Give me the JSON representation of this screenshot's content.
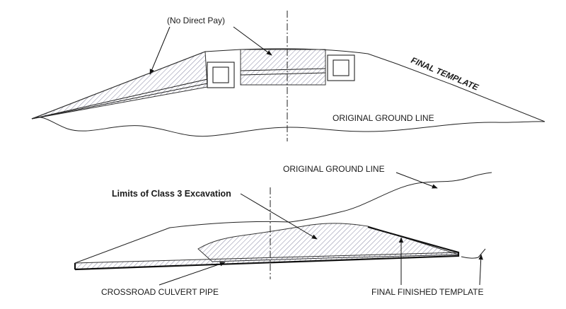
{
  "top_section": {
    "no_direct_pay_label": "(No Direct Pay)",
    "final_template_label": "FINAL TEMPLATE",
    "original_ground_line_label": "ORIGINAL GROUND LINE"
  },
  "bottom_section": {
    "original_ground_line_label": "ORIGINAL GROUND LINE",
    "limits_label": "Limits of Class 3 Excavation",
    "culvert_pipe_label": "CROSSROAD CULVERT PIPE",
    "final_finished_template_label": "FINAL FINISHED TEMPLATE"
  },
  "colors": {
    "line": "#222222",
    "hatch": "#7a7a9a",
    "background": "#ffffff"
  }
}
